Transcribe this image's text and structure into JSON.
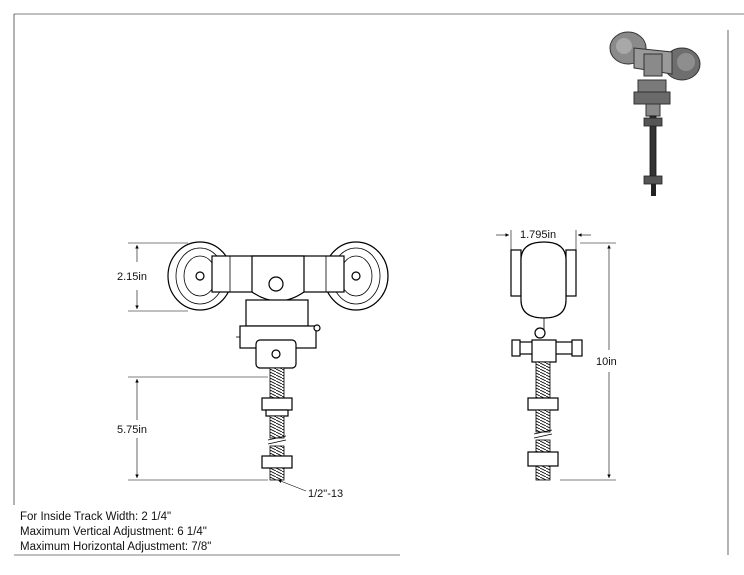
{
  "dimensions": {
    "front_height": "2.15in",
    "stud_length": "5.75in",
    "thread": "1/2\"-13",
    "side_width": "1.795in",
    "overall_height": "10in"
  },
  "notes": [
    "For Inside Track Width: 2 1/4\"",
    "Maximum Vertical Adjustment: 6 1/4\"",
    "Maximum Horizontal Adjustment: 7/8\""
  ],
  "colors": {
    "line": "#000000",
    "paper": "#ffffff",
    "render_body": "#7a7a7a"
  }
}
